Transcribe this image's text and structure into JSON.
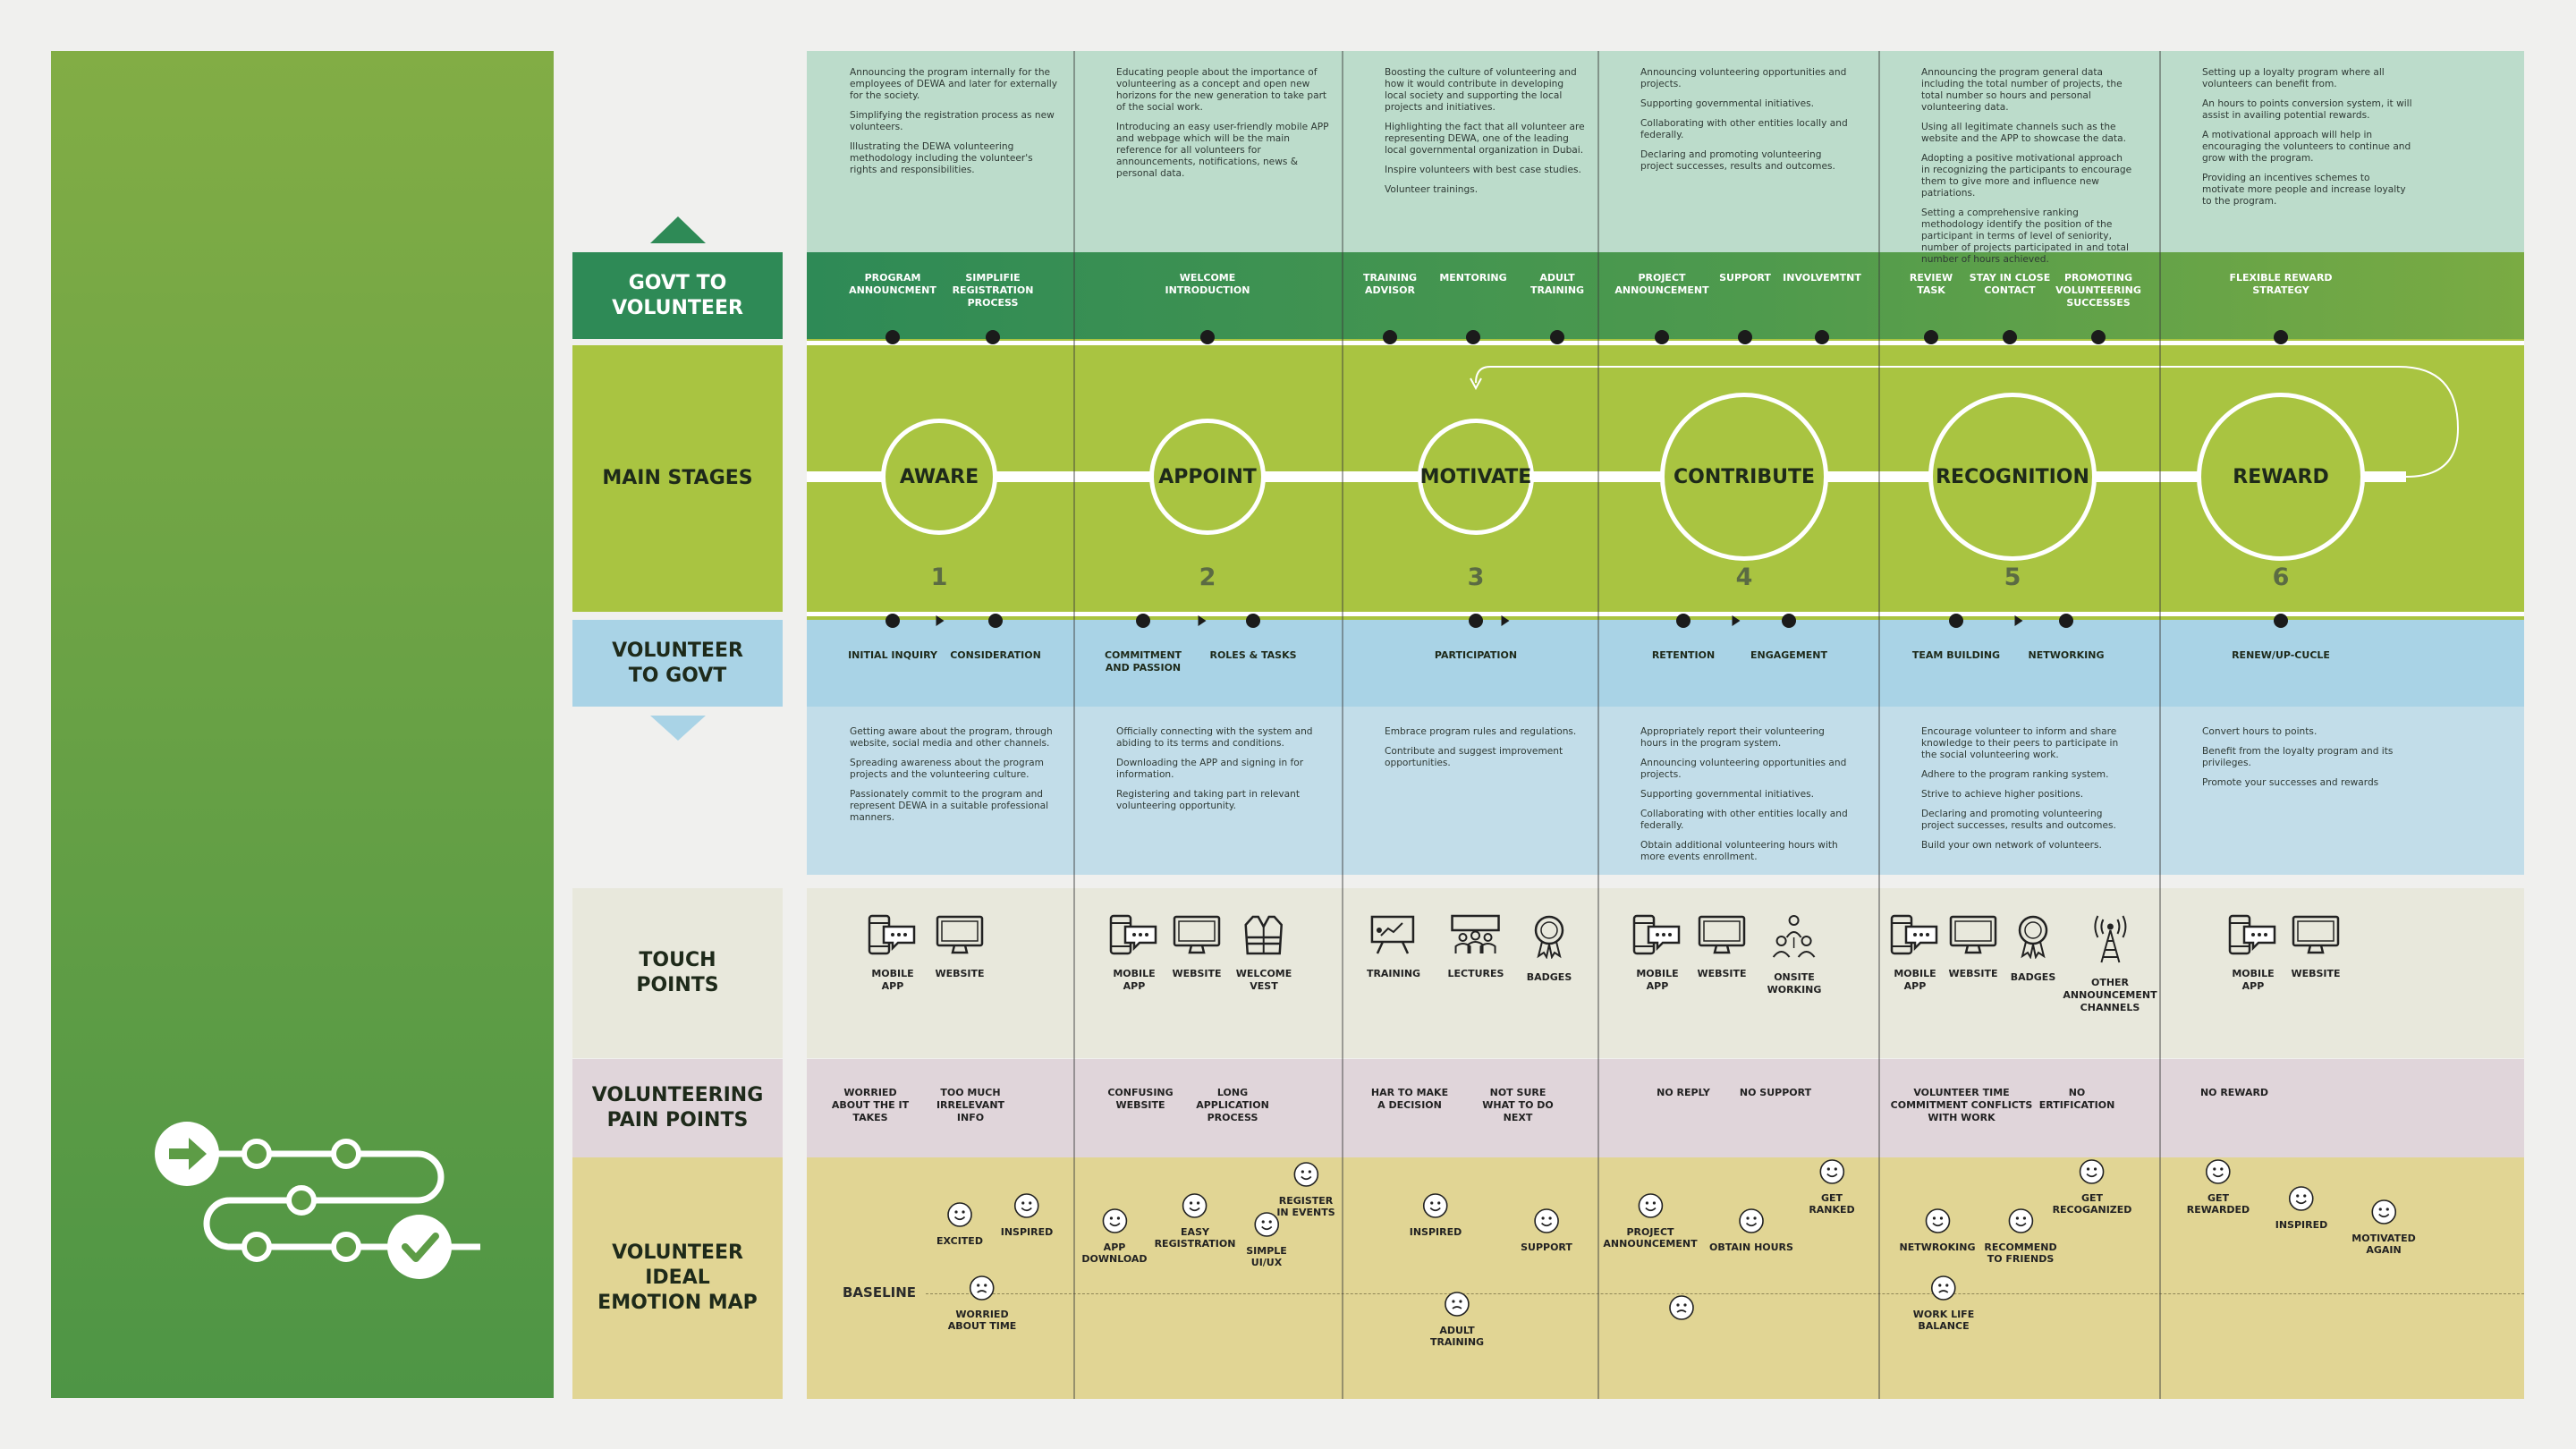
{
  "row_labels": {
    "govt": "GOVT TO\nVOLUNTEER",
    "stages": "MAIN STAGES",
    "vol": "VOLUNTEER\nTO GOVT",
    "touch": "TOUCH\nPOINTS",
    "pain": "VOLUNTEERING\nPAIN POINTS",
    "emotion": "VOLUNTEER\nIDEAL\nEMOTION MAP"
  },
  "baseline_label": "BASELINE",
  "colors": {
    "hero_top": "#82ad45",
    "hero_bottom": "#4e9545",
    "govt_dark": "#2e8a56",
    "stage_green": "#a9c441",
    "light_blue": "#a9d3e6",
    "top_desc": "#bcdccb",
    "bottom_desc": "#c2dde9",
    "touch": "#e8e8dc",
    "pain": "#e0d5da",
    "emotion": "#e1d594"
  },
  "columns": [
    {
      "stage": "AWARE",
      "number": "1",
      "top_desc": [
        "Announcing the program internally for the employees of DEWA and later for externally for the society.",
        "Simplifying the registration process as new volunteers.",
        "Illustrating the DEWA volunteering methodology including the volunteer's rights and responsibilities."
      ],
      "govt_actions": [
        "PROGRAM\nANNOUNCMENT",
        "SIMPLIFIE\nREGISTRATION\nPROCESS"
      ],
      "vol_actions": [
        "INITIAL INQUIRY",
        "CONSIDERATION"
      ],
      "bottom_desc": [
        "Getting aware about the program, through website, social media and other channels.",
        "Spreading awareness about the program projects and the volunteering culture.",
        "Passionately commit to the program and represent DEWA in a suitable professional manners."
      ],
      "touchpoints": [
        {
          "icon": "mobile-app-icon",
          "label": "MOBILE\nAPP"
        },
        {
          "icon": "website-icon",
          "label": "WEBSITE"
        }
      ],
      "pains": [
        "WORRIED\nABOUT THE IT\nTAKES",
        "TOO MUCH\nIRRELEVANT\nINFO"
      ],
      "emotions": [
        {
          "label": "EXCITED",
          "face": "happy"
        },
        {
          "label": "INSPIRED",
          "face": "happy"
        },
        {
          "label": "WORRIED\nABOUT TIME",
          "face": "worried"
        }
      ]
    },
    {
      "stage": "APPOINT",
      "number": "2",
      "top_desc": [
        "Educating people about the importance of volunteering as a concept and open new horizons for the new generation to take part of the social work.",
        "Introducing an easy user-friendly mobile APP and webpage which will be the main reference for all volunteers for announcements, notifications, news & personal data."
      ],
      "govt_actions": [
        "WELCOME\nINTRODUCTION"
      ],
      "vol_actions": [
        "COMMITMENT\nAND PASSION",
        "ROLES & TASKS"
      ],
      "bottom_desc": [
        "Officially connecting with the system and abiding to its terms and conditions.",
        "Downloading the APP and signing in for information.",
        "Registering and taking part in relevant volunteering opportunity."
      ],
      "touchpoints": [
        {
          "icon": "mobile-app-icon",
          "label": "MOBILE\nAPP"
        },
        {
          "icon": "website-icon",
          "label": "WEBSITE"
        },
        {
          "icon": "vest-icon",
          "label": "WELCOME\nVEST"
        }
      ],
      "pains": [
        "CONFUSING\nWEBSITE",
        "LONG\nAPPLICATION\nPROCESS"
      ],
      "emotions": [
        {
          "label": "APP\nDOWNLOAD",
          "face": "happy"
        },
        {
          "label": "EASY\nREGISTRATION",
          "face": "happy"
        },
        {
          "label": "SIMPLE\nUI/UX",
          "face": "happy"
        },
        {
          "label": "REGISTER\nIN EVENTS",
          "face": "happy"
        }
      ]
    },
    {
      "stage": "MOTIVATE",
      "number": "3",
      "top_desc": [
        "Boosting the culture of volunteering and how it would contribute in developing local society and supporting the local projects and initiatives.",
        "Highlighting the fact that all volunteer are representing DEWA, one of the leading local governmental organization in Dubai.",
        "Inspire volunteers with best case studies.",
        "Volunteer trainings."
      ],
      "govt_actions": [
        "TRAINING\nADVISOR",
        "MENTORING",
        "ADULT\nTRAINING"
      ],
      "vol_actions": [
        "PARTICIPATION"
      ],
      "bottom_desc": [
        "Embrace program rules and regulations.",
        "Contribute and suggest improvement opportunities."
      ],
      "touchpoints": [
        {
          "icon": "training-icon",
          "label": "TRAINING"
        },
        {
          "icon": "lectures-icon",
          "label": "LECTURES"
        },
        {
          "icon": "badge-icon",
          "label": "BADGES"
        }
      ],
      "pains": [
        "HAR TO MAKE\nA DECISION",
        "NOT SURE\nWHAT TO DO\nNEXT"
      ],
      "emotions": [
        {
          "label": "INSPIRED",
          "face": "happy"
        },
        {
          "label": "SUPPORT",
          "face": "happy"
        },
        {
          "label": "ADULT\nTRAINING",
          "face": "worried"
        }
      ]
    },
    {
      "stage": "CONTRIBUTE",
      "number": "4",
      "top_desc": [
        "Announcing volunteering opportunities and projects.",
        "Supporting governmental initiatives.",
        "Collaborating with other entities locally and federally.",
        "Declaring and promoting volunteering project successes, results and outcomes."
      ],
      "govt_actions": [
        "PROJECT\nANNOUNCEMENT",
        "SUPPORT",
        "INVOLVEMTNT"
      ],
      "vol_actions": [
        "RETENTION",
        "ENGAGEMENT"
      ],
      "bottom_desc": [
        "Appropriately report their volunteering hours in the program system.",
        "Announcing volunteering opportunities and projects.",
        "Supporting governmental initiatives.",
        "Collaborating with other entities locally and federally.",
        "Obtain additional volunteering hours with more events enrollment."
      ],
      "touchpoints": [
        {
          "icon": "mobile-app-icon",
          "label": "MOBILE\nAPP"
        },
        {
          "icon": "website-icon",
          "label": "WEBSITE"
        },
        {
          "icon": "team-icon",
          "label": "ONSITE\nWORKING"
        }
      ],
      "pains": [
        "NO REPLY",
        "NO SUPPORT"
      ],
      "emotions": [
        {
          "label": "PROJECT\nANNOUNCEMENT",
          "face": "happy"
        },
        {
          "label": "OBTAIN HOURS",
          "face": "happy"
        },
        {
          "label": "GET\nRANKED",
          "face": "happy"
        },
        {
          "label": "",
          "face": "worried"
        }
      ]
    },
    {
      "stage": "RECOGNITION",
      "number": "5",
      "top_desc": [
        "Announcing the program general data including the total number of projects, the total number so hours and personal volunteering data.",
        "Using all legitimate channels such as the website and the APP to showcase the data.",
        "Adopting a positive motivational approach in recognizing the participants to encourage them to give more and influence new patriations.",
        "Setting a comprehensive ranking methodology identify the position of the participant in terms of level of seniority, number of projects participated in and total number of hours achieved."
      ],
      "govt_actions": [
        "REVIEW\nTASK",
        "STAY IN CLOSE\nCONTACT",
        "PROMOTING\nVOLUNTEERING\nSUCCESSES"
      ],
      "vol_actions": [
        "TEAM BUILDING",
        "NETWORKING"
      ],
      "bottom_desc": [
        "Encourage volunteer to inform and share knowledge to their peers to participate in the social volunteering work.",
        "Adhere to the program ranking system.",
        "Strive to achieve higher positions.",
        "Declaring and promoting volunteering project successes, results and outcomes.",
        "Build your own network of volunteers."
      ],
      "touchpoints": [
        {
          "icon": "mobile-app-icon",
          "label": "MOBILE\nAPP"
        },
        {
          "icon": "website-icon",
          "label": "WEBSITE"
        },
        {
          "icon": "badge-icon",
          "label": "BADGES"
        },
        {
          "icon": "antenna-icon",
          "label": "OTHER\nANNOUNCEMENT\nCHANNELS"
        }
      ],
      "pains": [
        "VOLUNTEER TIME\nCOMMITMENT CONFLICTS\nWITH WORK",
        "NO\nERTIFICATION"
      ],
      "emotions": [
        {
          "label": "NETWROKING",
          "face": "happy"
        },
        {
          "label": "RECOMMEND\nTO FRIENDS",
          "face": "happy"
        },
        {
          "label": "GET\nRECOGANIZED",
          "face": "happy"
        },
        {
          "label": "WORK LIFE\nBALANCE",
          "face": "worried"
        }
      ]
    },
    {
      "stage": "REWARD",
      "number": "6",
      "top_desc": [
        "Setting up a loyalty program where all volunteers can benefit from.",
        "An hours to points conversion system, it will assist in availing potential rewards.",
        "A motivational approach will help in encouraging the volunteers to continue and grow with the program.",
        "Providing an incentives schemes to motivate more people and increase loyalty to the program."
      ],
      "govt_actions": [
        "FLEXIBLE REWARD\nSTRATEGY"
      ],
      "vol_actions": [
        "RENEW/UP-CUCLE"
      ],
      "bottom_desc": [
        "Convert hours to points.",
        "Benefit from the loyalty program and its privileges.",
        "Promote your successes and rewards"
      ],
      "touchpoints": [
        {
          "icon": "mobile-app-icon",
          "label": "MOBILE\nAPP"
        },
        {
          "icon": "website-icon",
          "label": "WEBSITE"
        }
      ],
      "pains": [
        "NO REWARD"
      ],
      "emotions": [
        {
          "label": "GET\nREWARDED",
          "face": "happy"
        },
        {
          "label": "INSPIRED",
          "face": "happy"
        },
        {
          "label": "MOTIVATED\nAGAIN",
          "face": "happy"
        }
      ]
    }
  ]
}
